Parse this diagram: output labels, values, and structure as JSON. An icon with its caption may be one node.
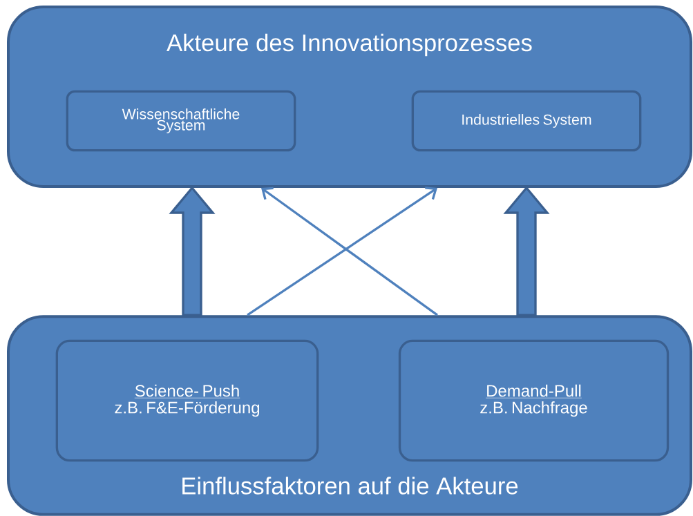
{
  "diagram": {
    "nodes": [
      {
        "text": [
          "Akteure des Innovationsprozesses"
        ]
      },
      {
        "text": [
          "Wissenschaftliche System"
        ],
        "in": 0
      },
      {
        "text": [
          "Industrielles System"
        ],
        "in": 0
      },
      {
        "text": [
          "Einflussfaktoren auf die Akteure"
        ]
      },
      {
        "text": [
          "Science- Push",
          "z.B. F&E-Förderung"
        ],
        "in": 3
      },
      {
        "text": [
          "Demand-Pull",
          "z.B. Nachfrage"
        ],
        "in": 3
      }
    ],
    "edges": [
      {
        "from": 3,
        "to": 0,
        "arrow": "to",
        "style": "thick"
      },
      {
        "from": 3,
        "to": 0,
        "arrow": "to",
        "style": "thick"
      },
      {
        "from": 3,
        "to": 0,
        "arrow": "to"
      },
      {
        "from": 3,
        "to": 0,
        "arrow": "to"
      }
    ]
  }
}
